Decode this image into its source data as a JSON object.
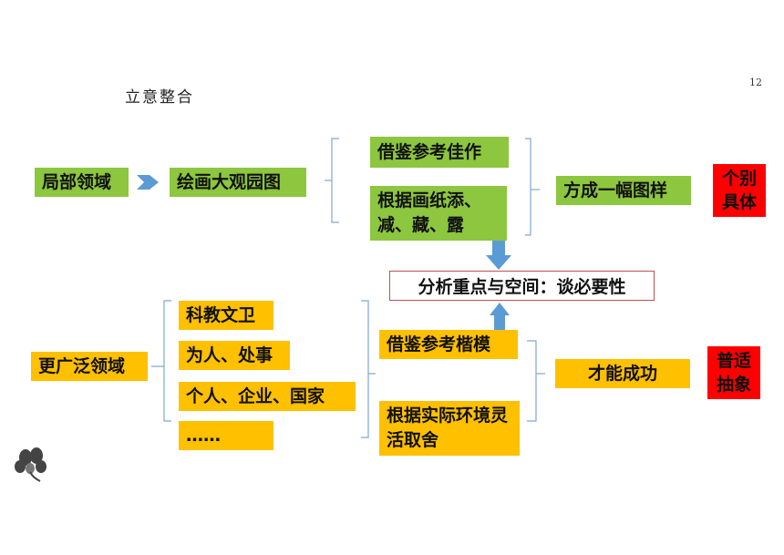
{
  "page": {
    "title": "立意整合",
    "page_number": "12"
  },
  "top": {
    "scope": "局部领域",
    "topic": "绘画大观园图",
    "methods": [
      "借鉴参考佳作",
      "根据画纸添、减、藏、露"
    ],
    "result": "方成一幅图样",
    "tag": "个别具体"
  },
  "center": {
    "label": "分析重点与空间：谈必要性"
  },
  "bottom": {
    "scope": "更广泛领域",
    "areas": [
      "科教文卫",
      "为人、处事",
      "个人、企业、国家",
      "……"
    ],
    "methods": [
      "借鉴参考楷模",
      "根据实际环境灵活取舍"
    ],
    "result": "才能成功",
    "tag": "普适抽象"
  },
  "colors": {
    "green": "#8dc63f",
    "orange": "#ffc000",
    "red": "#ff0000",
    "arrow_blue": "#5b9bd5",
    "bracket": "#7fa7d1"
  },
  "icons": [
    "chevron-right-icon",
    "down-arrow-icon",
    "up-arrow-icon",
    "flower-logo-icon"
  ]
}
